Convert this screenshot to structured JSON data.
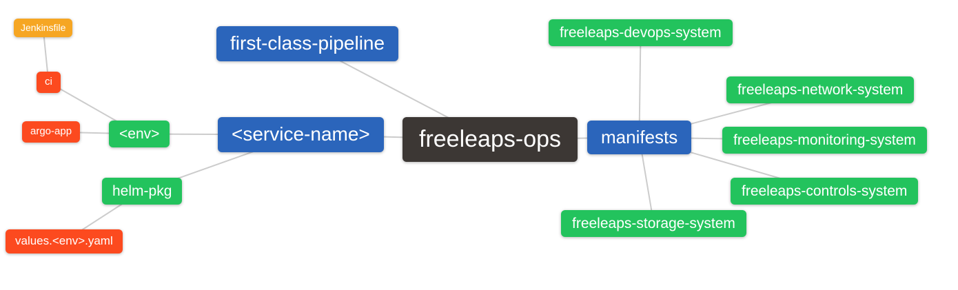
{
  "diagram": {
    "type": "mindmap",
    "root": "freeleaps_ops"
  },
  "nodes": {
    "jenkinsfile": {
      "label": "Jenkinsfile",
      "color": "#f6a623"
    },
    "ci": {
      "label": "ci",
      "color": "#fc4a1f"
    },
    "argo_app": {
      "label": "argo-app",
      "color": "#fc4a1f"
    },
    "env": {
      "label": "<env>",
      "color": "#23c35d"
    },
    "helm_pkg": {
      "label": "helm-pkg",
      "color": "#23c35d"
    },
    "values_env_yaml": {
      "label": "values.<env>.yaml",
      "color": "#fc4a1f"
    },
    "first_class_pipeline": {
      "label": "first-class-pipeline",
      "color": "#2b65bb"
    },
    "service_name": {
      "label": "<service-name>",
      "color": "#2b65bb"
    },
    "freeleaps_ops": {
      "label": "freeleaps-ops",
      "color": "#3c3734"
    },
    "manifests": {
      "label": "manifests",
      "color": "#2b65bb"
    },
    "devops_system": {
      "label": "freeleaps-devops-system",
      "color": "#23c35d"
    },
    "network_system": {
      "label": "freeleaps-network-system",
      "color": "#23c35d"
    },
    "monitoring_system": {
      "label": "freeleaps-monitoring-system",
      "color": "#23c35d"
    },
    "controls_system": {
      "label": "freeleaps-controls-system",
      "color": "#23c35d"
    },
    "storage_system": {
      "label": "freeleaps-storage-system",
      "color": "#23c35d"
    }
  },
  "edges": [
    [
      "freeleaps_ops",
      "first_class_pipeline"
    ],
    [
      "freeleaps_ops",
      "service_name"
    ],
    [
      "freeleaps_ops",
      "manifests"
    ],
    [
      "service_name",
      "env"
    ],
    [
      "service_name",
      "helm_pkg"
    ],
    [
      "env",
      "ci"
    ],
    [
      "env",
      "argo_app"
    ],
    [
      "ci",
      "jenkinsfile"
    ],
    [
      "helm_pkg",
      "values_env_yaml"
    ],
    [
      "manifests",
      "devops_system"
    ],
    [
      "manifests",
      "network_system"
    ],
    [
      "manifests",
      "monitoring_system"
    ],
    [
      "manifests",
      "controls_system"
    ],
    [
      "manifests",
      "storage_system"
    ]
  ],
  "colors": {
    "edge": "#cccccc",
    "background": "#ffffff",
    "text": "#ffffff",
    "blue": "#2b65bb",
    "green": "#23c35d",
    "red_orange": "#fc4a1f",
    "orange": "#f6a623",
    "dark": "#3c3734"
  }
}
